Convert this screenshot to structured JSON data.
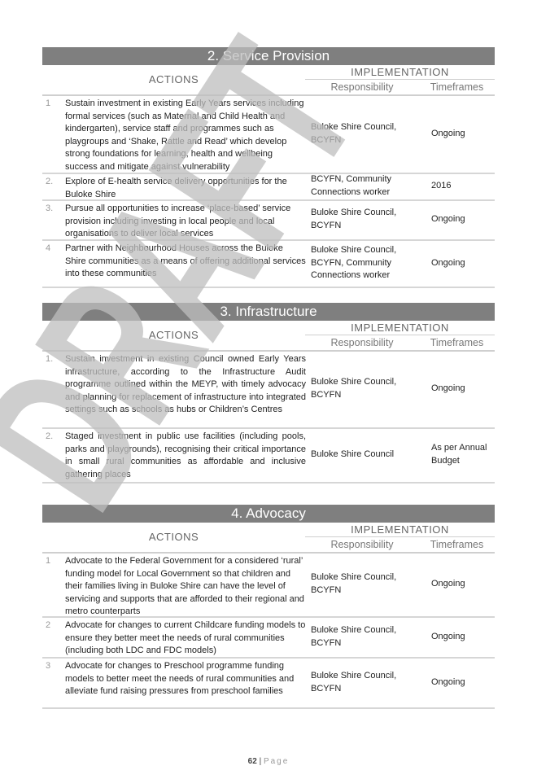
{
  "watermark": "DRAFT",
  "headers": {
    "actions": "ACTIONS",
    "implementation": "IMPLEMENTATION",
    "responsibility": "Responsibility",
    "timeframes": "Timeframes"
  },
  "sections": [
    {
      "title": "2. Service Provision",
      "rows": [
        {
          "num": "1",
          "action": "Sustain investment in existing Early Years services including formal services (such as Maternal and Child Health and kindergarten), service staff and programmes such as playgroups and ‘Shake, Rattle and Read’ which develop strong foundations for learning, health and wellbeing success and mitigate against vulnerability",
          "responsibility": "Buloke Shire Council, BCYFN",
          "timeframe": "Ongoing"
        },
        {
          "num": "2.",
          "action": "Explore of E-health service delivery opportunities for the Buloke Shire",
          "responsibility": "BCYFN, Community Connections worker",
          "timeframe": "2016"
        },
        {
          "num": "3.",
          "action": "Pursue all opportunities to increase ‘place-based’ service provision including investing in local people and local organisations to deliver local services",
          "responsibility": "Buloke Shire Council, BCYFN",
          "timeframe": "Ongoing"
        },
        {
          "num": "4",
          "action": "Partner with Neighbourhood Houses across the Buloke Shire communities as a means of offering additional services into these communities",
          "responsibility": "Buloke Shire Council, BCYFN, Community Connections worker",
          "timeframe": "Ongoing"
        }
      ]
    },
    {
      "title": "3. Infrastructure",
      "rows": [
        {
          "num": "1.",
          "action": "Sustain investment in existing Council owned Early Years infrastructure, according to the Infrastructure Audit programme outlined within the MEYP, with timely advocacy and planning for replacement of infrastructure into integrated settings such as schools as hubs or Children’s Centres",
          "responsibility": "Buloke Shire Council, BCYFN",
          "timeframe": "Ongoing"
        },
        {
          "num": "2.",
          "action": "Staged investment in public use facilities (including pools, parks and playgrounds), recognising their critical importance in small rural communities as affordable and inclusive gathering places",
          "responsibility": "Buloke Shire Council",
          "timeframe": "As per Annual Budget"
        }
      ]
    },
    {
      "title": "4. Advocacy",
      "rows": [
        {
          "num": "1",
          "action": "Advocate to the Federal Government for a considered ‘rural’ funding model for Local Government so that children and their families living in Buloke Shire can have the level of servicing and supports that are afforded to their regional and metro counterparts",
          "responsibility": "Buloke Shire Council, BCYFN",
          "timeframe": "Ongoing"
        },
        {
          "num": "2",
          "action": "Advocate for changes to current Childcare funding models to ensure they better meet the needs of rural communities (including both LDC and FDC models)",
          "responsibility": "Buloke Shire Council, BCYFN",
          "timeframe": "Ongoing"
        },
        {
          "num": "3",
          "action": "Advocate for changes to Preschool programme funding models to better meet the needs of rural communities and alleviate fund raising pressures from preschool families",
          "responsibility": "Buloke Shire Council, BCYFN",
          "timeframe": "Ongoing"
        }
      ]
    }
  ],
  "footer": {
    "page_number": "62",
    "separator": " | ",
    "page_label": "Page"
  }
}
